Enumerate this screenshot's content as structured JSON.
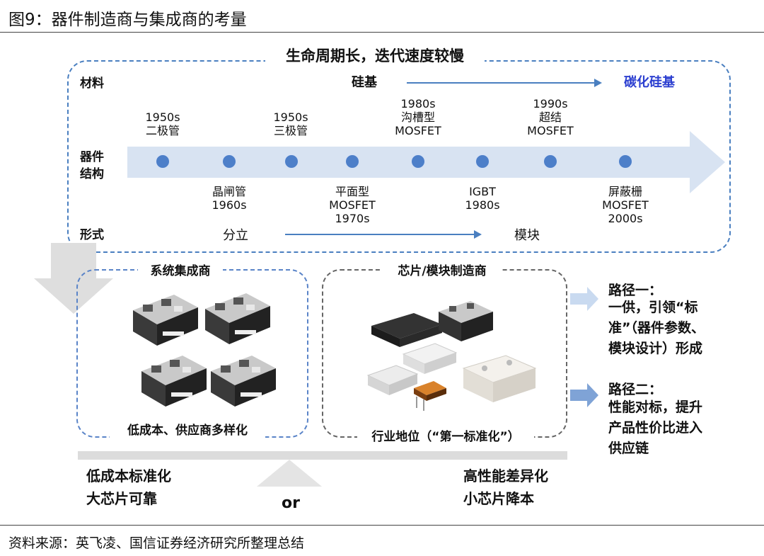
{
  "figure_title": "图9：器件制造商与集成商的考量",
  "timeline": {
    "header": "生命周期长，迭代速度较慢",
    "row_labels": {
      "material": "材料",
      "structure_line1": "器件",
      "structure_line2": "结构",
      "form": "形式"
    },
    "material": {
      "from": "硅基",
      "to": "碳化硅基"
    },
    "form": {
      "from": "分立",
      "to": "模块"
    },
    "above": [
      {
        "text": "1950s\n二极管"
      },
      {
        "text": "1950s\n三极管"
      },
      {
        "text": "1980s\n沟槽型\nMOSFET"
      },
      {
        "text": "1990s\n超结\nMOSFET"
      }
    ],
    "below": [
      {
        "text": "晶闸管\n1960s"
      },
      {
        "text": "平面型\nMOSFET\n1970s"
      },
      {
        "text": "IGBT\n1980s"
      },
      {
        "text": "屏蔽栅\nMOSFET\n2000s"
      }
    ],
    "colors": {
      "accent": "#4a7fc0",
      "dot": "#4d7fc9",
      "arrow": "#d8e3f2",
      "sic_label": "#2c3fd0"
    }
  },
  "integrator": {
    "title": "系统集成商",
    "caption": "低成本、供应商多样化",
    "image_alt": "四个IGBT功率模块"
  },
  "manufacturer": {
    "title": "芯片/模块制造商",
    "caption": "行业地位（“第一标准化”）",
    "image_alt": "多种功率模块产品"
  },
  "bottom": {
    "left_line1": "低成本标准化",
    "left_line2": "大芯片可靠",
    "or": "or",
    "right_line1": "高性能差异化",
    "right_line2": "小芯片降本"
  },
  "paths": [
    {
      "title": "路径一：",
      "line1": "一供，引领“标",
      "line2": "准”（器件参数、",
      "line3": "模块设计）形成"
    },
    {
      "title": "路径二：",
      "line1": "性能对标，提升",
      "line2": "产品性价比进入",
      "line3": "供应链"
    }
  ],
  "source": "资料来源：英飞凌、国信证券经济研究所整理总结"
}
